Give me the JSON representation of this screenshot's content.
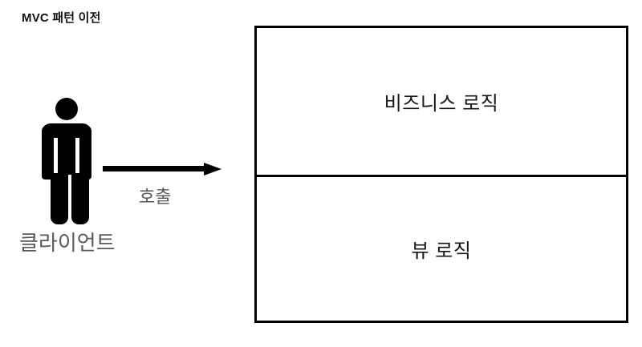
{
  "diagram": {
    "title": "MVC 패턴 이전",
    "background_color": "#ffffff",
    "stroke_color": "#000000"
  },
  "client": {
    "label": "클라이언트",
    "label_color": "#5a5a5a",
    "icon": "person-pictogram-icon"
  },
  "flow": {
    "arrow_label": "호출",
    "arrow_label_color": "#555555",
    "direction": "left-to-right"
  },
  "server_box": {
    "layers": [
      {
        "name": "business-logic",
        "label": "비즈니스 로직",
        "text_color": "#151515"
      },
      {
        "name": "view-logic",
        "label": "뷰 로직",
        "text_color": "#151515"
      }
    ]
  }
}
